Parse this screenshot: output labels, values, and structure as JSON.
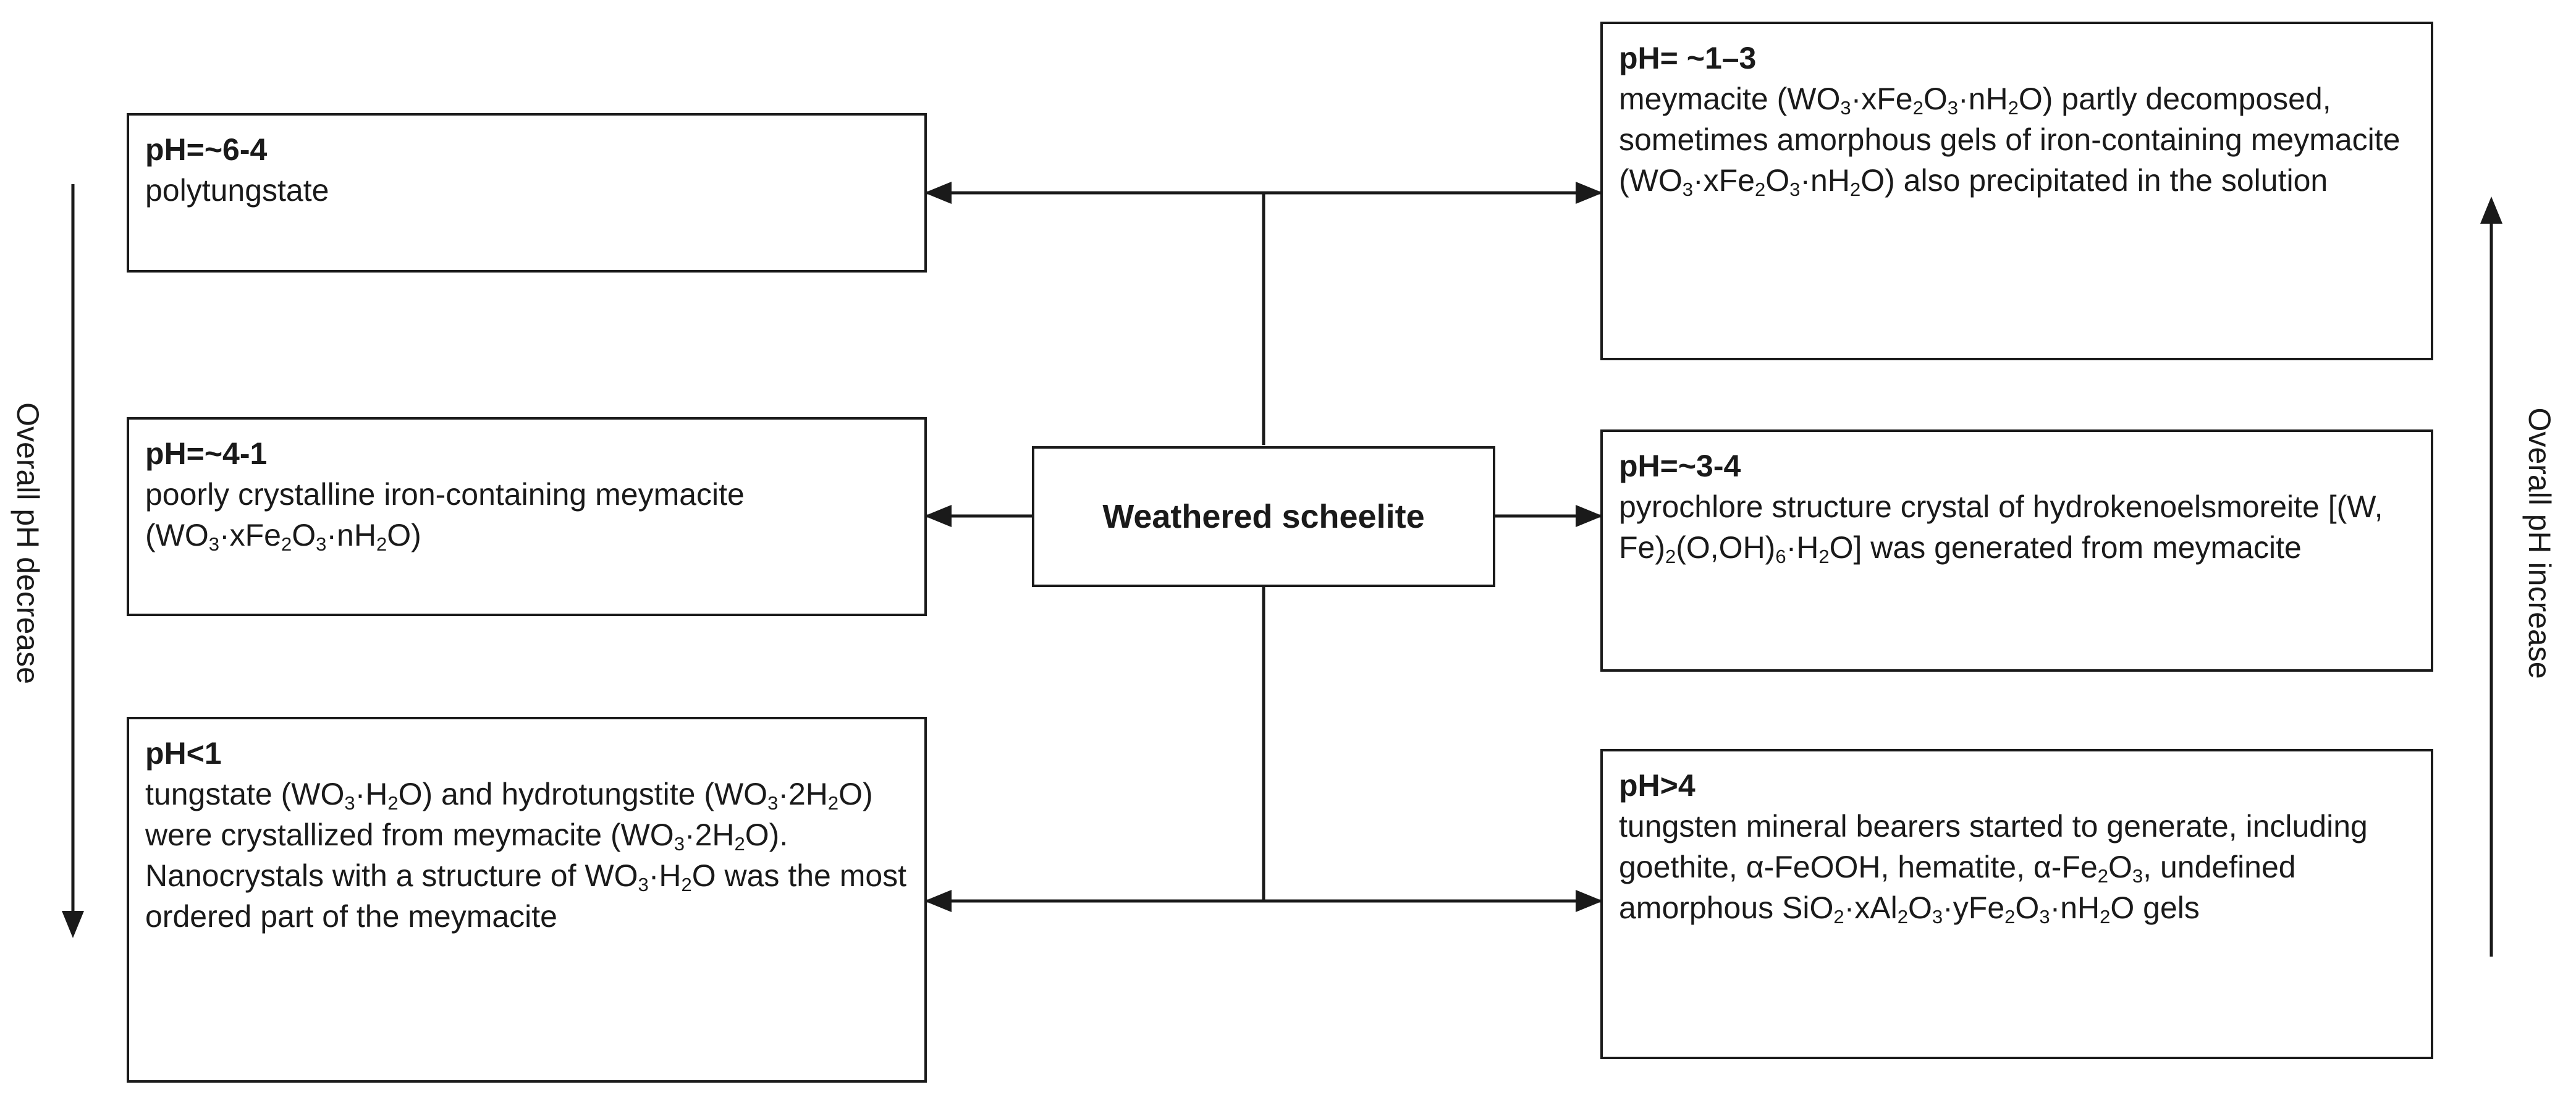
{
  "center": {
    "label": "Weathered scheelite"
  },
  "left_boxes": [
    {
      "head": "pH=~6-4",
      "body_html": "polytungstate"
    },
    {
      "head": "pH=~4-1",
      "body_html": "poorly crystalline iron-containing meymacite (WO<sub>3</sub>·xFe<sub>2</sub>O<sub>3</sub>·nH<sub>2</sub>O)"
    },
    {
      "head": "pH<1",
      "body_html": "tungstate (WO<sub>3</sub>·H<sub>2</sub>O) and hydrotungstite (WO<sub>3</sub>·2H<sub>2</sub>O) were crystallized from meymacite (WO<sub>3</sub>·2H<sub>2</sub>O). Nanocrystals with a structure of WO<sub>3</sub>·H<sub>2</sub>O was the most ordered part of the meymacite"
    }
  ],
  "right_boxes": [
    {
      "head": "pH= ~1–3",
      "body_html": "meymacite (WO<sub>3</sub>·xFe<sub>2</sub>O<sub>3</sub>·nH<sub>2</sub>O) partly decomposed, sometimes amorphous gels of iron-containing meymacite (WO<sub>3</sub>·xFe<sub>2</sub>O<sub>3</sub>·nH<sub>2</sub>O) also precipitated in the solution"
    },
    {
      "head": "pH=~3-4",
      "body_html": "pyrochlore structure crystal of hydrokenoelsmoreite [(W, Fe)<sub>2</sub>(O,OH)<sub>6</sub>·H<sub>2</sub>O] was generated from meymacite"
    },
    {
      "head": "pH>4",
      "body_html": "tungsten mineral bearers started to generate, including goethite, α-FeOOH, hematite, α-Fe<sub>2</sub>O<sub>3</sub>, undefined amorphous SiO<sub>2</sub>·xAl<sub>2</sub>O<sub>3</sub>·yFe<sub>2</sub>O<sub>3</sub>·nH<sub>2</sub>O gels"
    }
  ],
  "side_labels": {
    "left": "Overall pH decrease",
    "right": "Overall pH increase"
  }
}
